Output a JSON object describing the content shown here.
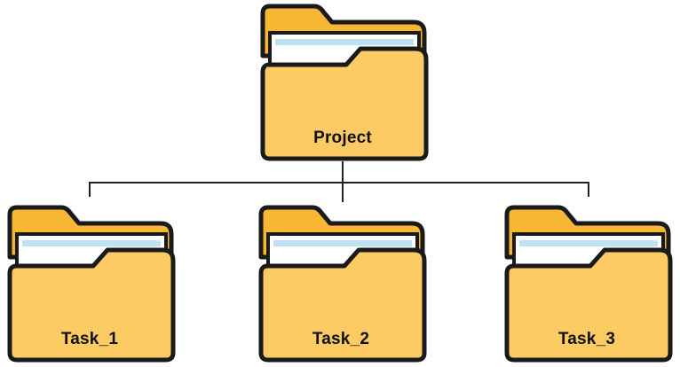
{
  "diagram": {
    "root": {
      "label": "Project",
      "icon": "folder-icon"
    },
    "children": [
      {
        "label": "Task_1",
        "icon": "folder-icon"
      },
      {
        "label": "Task_2",
        "icon": "folder-icon"
      },
      {
        "label": "Task_3",
        "icon": "folder-icon"
      }
    ]
  },
  "colors": {
    "folder_fill": "#FDCB63",
    "folder_back": "#F7B733",
    "folder_stroke": "#1A1A1A",
    "paper": "#FFFFFF",
    "paper_stripe": "#BDE3F2",
    "connector": "#222222"
  }
}
